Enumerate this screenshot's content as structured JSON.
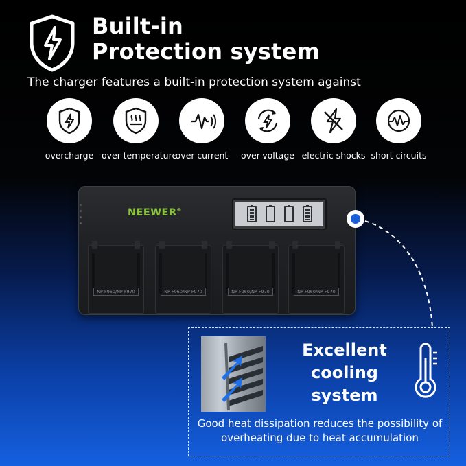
{
  "header": {
    "title_line1": "Built-in",
    "title_line2": "Protection system",
    "subtitle": "The charger features a built-in protection system against"
  },
  "features": [
    {
      "icon": "shield-bolt-icon",
      "label": "overcharge"
    },
    {
      "icon": "heat-shield-icon",
      "label": "over-temperature"
    },
    {
      "icon": "waveform-icon",
      "label": "over-current"
    },
    {
      "icon": "circular-bolt-icon",
      "label": "over-voltage"
    },
    {
      "icon": "broken-bolt-icon",
      "label": "electric shocks"
    },
    {
      "icon": "circuit-wave-icon",
      "label": "short circuits"
    }
  ],
  "charger": {
    "brand": "NEEWER",
    "brand_mark": "®",
    "slots": [
      "NP-F960/NP-F970",
      "NP-F960/NP-F970",
      "NP-F960/NP-F970",
      "NP-F960/NP-F970"
    ],
    "lcd_cells": 4
  },
  "cooling": {
    "title_line1": "Excellent",
    "title_line2": "cooling",
    "title_line3": "system",
    "description": "Good heat dissipation reduces the possibility of overheating due to heat accumulation",
    "icon": "thermometer-icon"
  },
  "colors": {
    "brand_green": "#8bc43f",
    "accent_blue": "#1d5fd8",
    "background_top": "#000000",
    "background_bottom": "#1560e0"
  }
}
